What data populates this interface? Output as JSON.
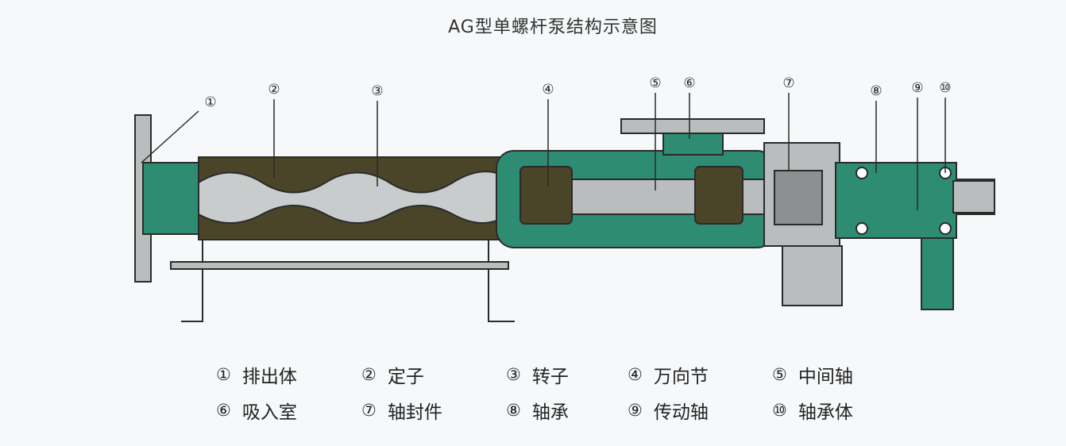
{
  "title": "AG型单螺杆泵结构示意图",
  "colors": {
    "body": "#2d8c72",
    "stator": "#4a4528",
    "metal": "#b9bdbd",
    "outline": "#2b2b2b"
  },
  "callouts": [
    "①",
    "②",
    "③",
    "④",
    "⑤",
    "⑥",
    "⑦",
    "⑧",
    "⑨",
    "⑩"
  ],
  "legend": [
    {
      "num": "①",
      "label": "排出体"
    },
    {
      "num": "②",
      "label": "定子"
    },
    {
      "num": "③",
      "label": "转子"
    },
    {
      "num": "④",
      "label": "万向节"
    },
    {
      "num": "⑤",
      "label": "中间轴"
    },
    {
      "num": "⑥",
      "label": "吸入室"
    },
    {
      "num": "⑦",
      "label": "轴封件"
    },
    {
      "num": "⑧",
      "label": "轴承"
    },
    {
      "num": "⑨",
      "label": "传动轴"
    },
    {
      "num": "⑩",
      "label": "轴承体"
    }
  ]
}
